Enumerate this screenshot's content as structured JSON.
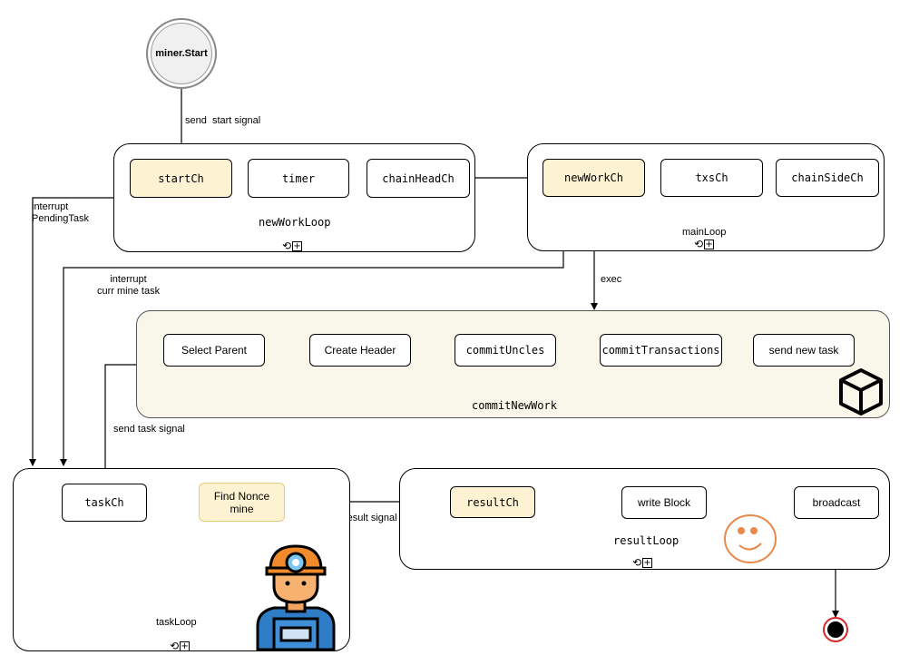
{
  "start_node": "miner.Start",
  "edge_labels": {
    "send_start_signal": "send  start signal",
    "interrupt_pending": "interrupt\nPendingTask",
    "interrupt_curr": "interrupt\ncurr mine task",
    "exec": "exec",
    "send_task_signal": "send task signal",
    "send_result_signal": "send result signal"
  },
  "new_work_loop": {
    "title": "newWorkLoop",
    "items": [
      "startCh",
      "timer",
      "chainHeadCh"
    ]
  },
  "main_loop": {
    "title": "mainLoop",
    "items": [
      "newWorkCh",
      "txsCh",
      "chainSideCh"
    ]
  },
  "commit_new_work": {
    "title": "commitNewWork",
    "steps": [
      "Select Parent",
      "Create Header",
      "commitUncles",
      "commitTransactions",
      "send new task"
    ]
  },
  "task_loop": {
    "title": "taskLoop",
    "items": [
      "taskCh",
      "Find Nonce\nmine"
    ]
  },
  "result_loop": {
    "title": "resultLoop",
    "items": [
      "resultCh",
      "write Block",
      "broadcast"
    ]
  },
  "icons": [
    "loop-plus-icon",
    "cube-icon",
    "miner-worker-icon",
    "smiley-face-icon",
    "end-node-icon"
  ],
  "colors": {
    "highlight_fill": "#fdf2d2",
    "commit_bg": "#f9f7ea",
    "smiley": "#e8884a",
    "end_red": "#d62828"
  }
}
